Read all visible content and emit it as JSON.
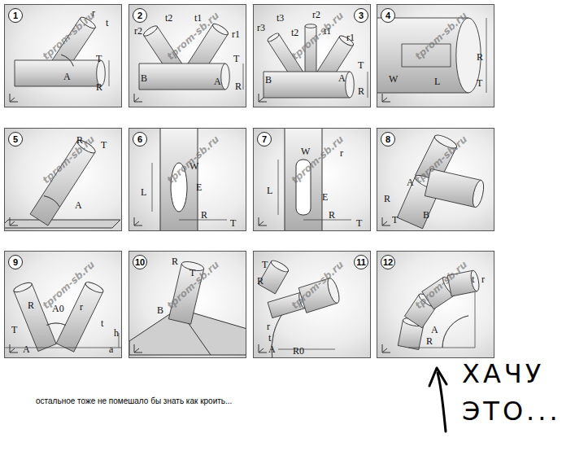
{
  "diagram": {
    "nodes": [
      {
        "text": [
          "r",
          "t",
          "A",
          "T",
          "R",
          "tprom-sb.ru"
        ]
      },
      {
        "text": [
          "1"
        ],
        "in": 0
      },
      {
        "text": [
          "r2",
          "t2",
          "t1",
          "r1",
          "B",
          "A",
          "T",
          "R",
          "tprom-sb.ru"
        ]
      },
      {
        "text": [
          "2"
        ],
        "in": 2
      },
      {
        "text": [
          "r3",
          "t3",
          "r2",
          "t2",
          "t1",
          "r1",
          "B",
          "A",
          "T",
          "R",
          "tprom-sb.ru"
        ]
      },
      {
        "text": [
          "3"
        ],
        "in": 4
      },
      {
        "text": [
          "R",
          "T",
          "W",
          "L",
          "tprom-sb.ru"
        ]
      },
      {
        "text": [
          "4"
        ],
        "in": 6
      },
      {
        "text": [
          "R",
          "T",
          "A",
          "tprom-sb.ru"
        ]
      },
      {
        "text": [
          "5"
        ],
        "in": 8
      },
      {
        "text": [
          "W",
          "E",
          "L",
          "R",
          "T",
          "tprom-sb.ru"
        ]
      },
      {
        "text": [
          "6"
        ],
        "in": 10
      },
      {
        "text": [
          "W",
          "r",
          "L",
          "E",
          "R",
          "T",
          "tprom-sb.ru"
        ]
      },
      {
        "text": [
          "7"
        ],
        "in": 12
      },
      {
        "text": [
          "R",
          "A",
          "T",
          "B",
          "tprom-sb.ru"
        ]
      },
      {
        "text": [
          "8"
        ],
        "in": 14
      },
      {
        "text": [
          "T",
          "R",
          "A0",
          "r",
          "t",
          "A",
          "a",
          "h",
          "tprom-sb.ru"
        ]
      },
      {
        "text": [
          "9"
        ],
        "in": 16
      },
      {
        "text": [
          "R",
          "T",
          "B",
          "tprom-sb.ru"
        ]
      },
      {
        "text": [
          "10"
        ],
        "in": 18
      },
      {
        "text": [
          "T",
          "R",
          "r",
          "t",
          "A",
          "R0",
          "tprom-sb.ru"
        ]
      },
      {
        "text": [
          "11"
        ],
        "in": 20
      },
      {
        "text": [
          "t",
          "r",
          "A",
          "R",
          "tprom-sb.ru"
        ]
      },
      {
        "text": [
          "12"
        ],
        "in": 22
      }
    ],
    "labels": [
      "остальное тоже не помешало бы знать как кроить...",
      "ХАЧУ ЭТО..."
    ]
  }
}
